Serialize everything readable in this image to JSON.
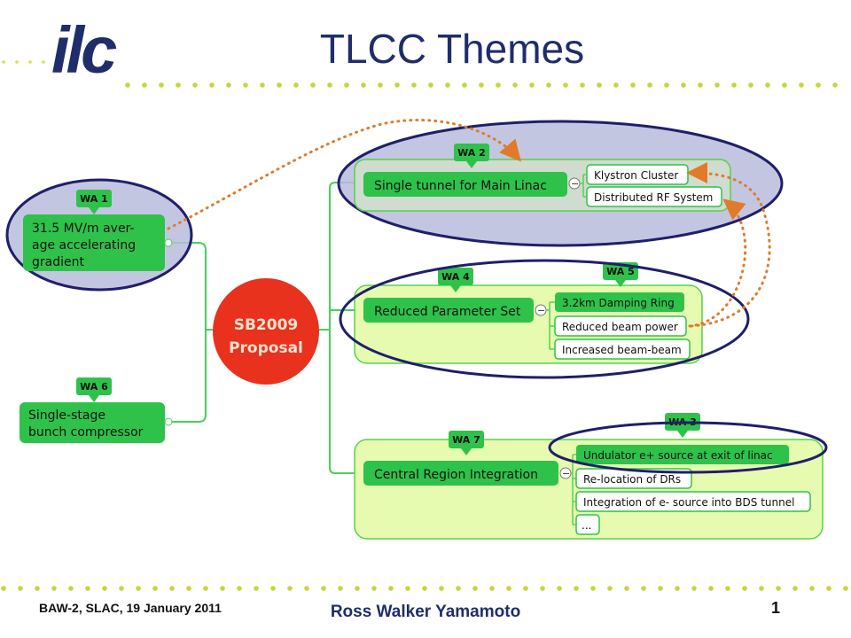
{
  "slide": {
    "title": "TLCC Themes",
    "logo": "ilc",
    "footer_left": "BAW-2, SLAC, 19 January 2011",
    "footer_center": "Ross Walker Yamamoto",
    "page_number": "1"
  },
  "diagram": {
    "center": {
      "line1": "SB2009",
      "line2": "Proposal"
    },
    "collapse_symbol": "−",
    "wa_tags": {
      "wa1": "WA 1",
      "wa2": "WA 2",
      "wa3": "WA 3",
      "wa4": "WA 4",
      "wa5": "WA 5",
      "wa6": "WA 6",
      "wa7": "WA 7"
    },
    "left_nodes": {
      "gradient": [
        "31.5 MV/m aver-",
        "age accelerating",
        "gradient"
      ],
      "compressor": [
        "Single-stage",
        "bunch compressor"
      ]
    },
    "branches": {
      "main_linac": {
        "label": "Single tunnel for Main Linac",
        "items": [
          "Klystron Cluster",
          "Distributed RF System"
        ]
      },
      "parameters": {
        "label": "Reduced Parameter Set",
        "items": [
          "3.2km Damping Ring",
          "Reduced beam power",
          "Increased beam-beam"
        ]
      },
      "central": {
        "label": "Central Region Integration",
        "items": [
          "Undulator e+ source at exit of linac",
          "Re-location of DRs",
          "Integration of e- source into BDS tunnel",
          "..."
        ]
      }
    },
    "colors": {
      "node_green": "#2fc24a",
      "region_fill": "#e6fbb0",
      "highlight_fill": "#b8bcdc",
      "ellipse_stroke": "#1f1f6b",
      "arrow_orange": "#e07b2b",
      "center_red": "#e8321e"
    }
  }
}
